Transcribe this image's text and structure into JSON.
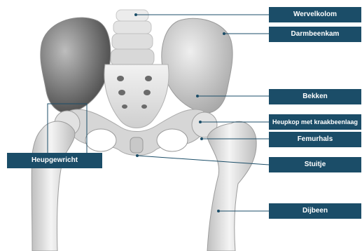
{
  "labels": {
    "wervelkolom": "Wervelkolom",
    "darmbeenkam": "Darmbeenkam",
    "bekken": "Bekken",
    "heupkop": "Heupkop met kraakbeenlaag",
    "femurhals": "Femurhals",
    "stuitje": "Stuitje",
    "dijbeen": "Dijbeen",
    "heupgewricht": "Heupgewricht"
  },
  "colors": {
    "label_background": "#1b4d68",
    "label_text": "#ffffff",
    "leader_line": "#1b4d68",
    "bone": "#dcdcdc"
  }
}
